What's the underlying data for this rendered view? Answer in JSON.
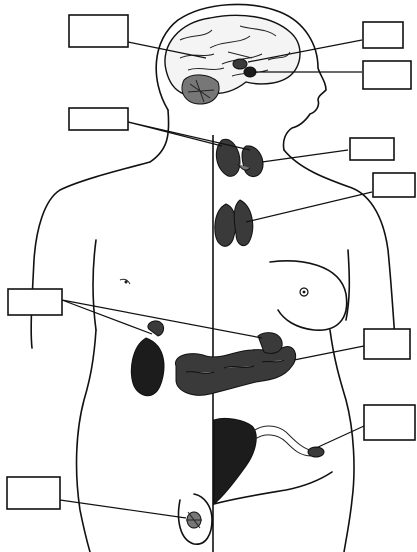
{
  "diagram": {
    "labels": [
      {
        "id": "box-brain-left",
        "text": ""
      },
      {
        "id": "box-brain-right-top",
        "text": ""
      },
      {
        "id": "box-brain-right-bottom",
        "text": ""
      },
      {
        "id": "box-neck-left",
        "text": ""
      },
      {
        "id": "box-neck-right",
        "text": ""
      },
      {
        "id": "box-chest-right",
        "text": ""
      },
      {
        "id": "box-abdomen-left",
        "text": ""
      },
      {
        "id": "box-abdomen-right",
        "text": ""
      },
      {
        "id": "box-pelvis-right",
        "text": ""
      },
      {
        "id": "box-groin-left",
        "text": ""
      }
    ]
  }
}
